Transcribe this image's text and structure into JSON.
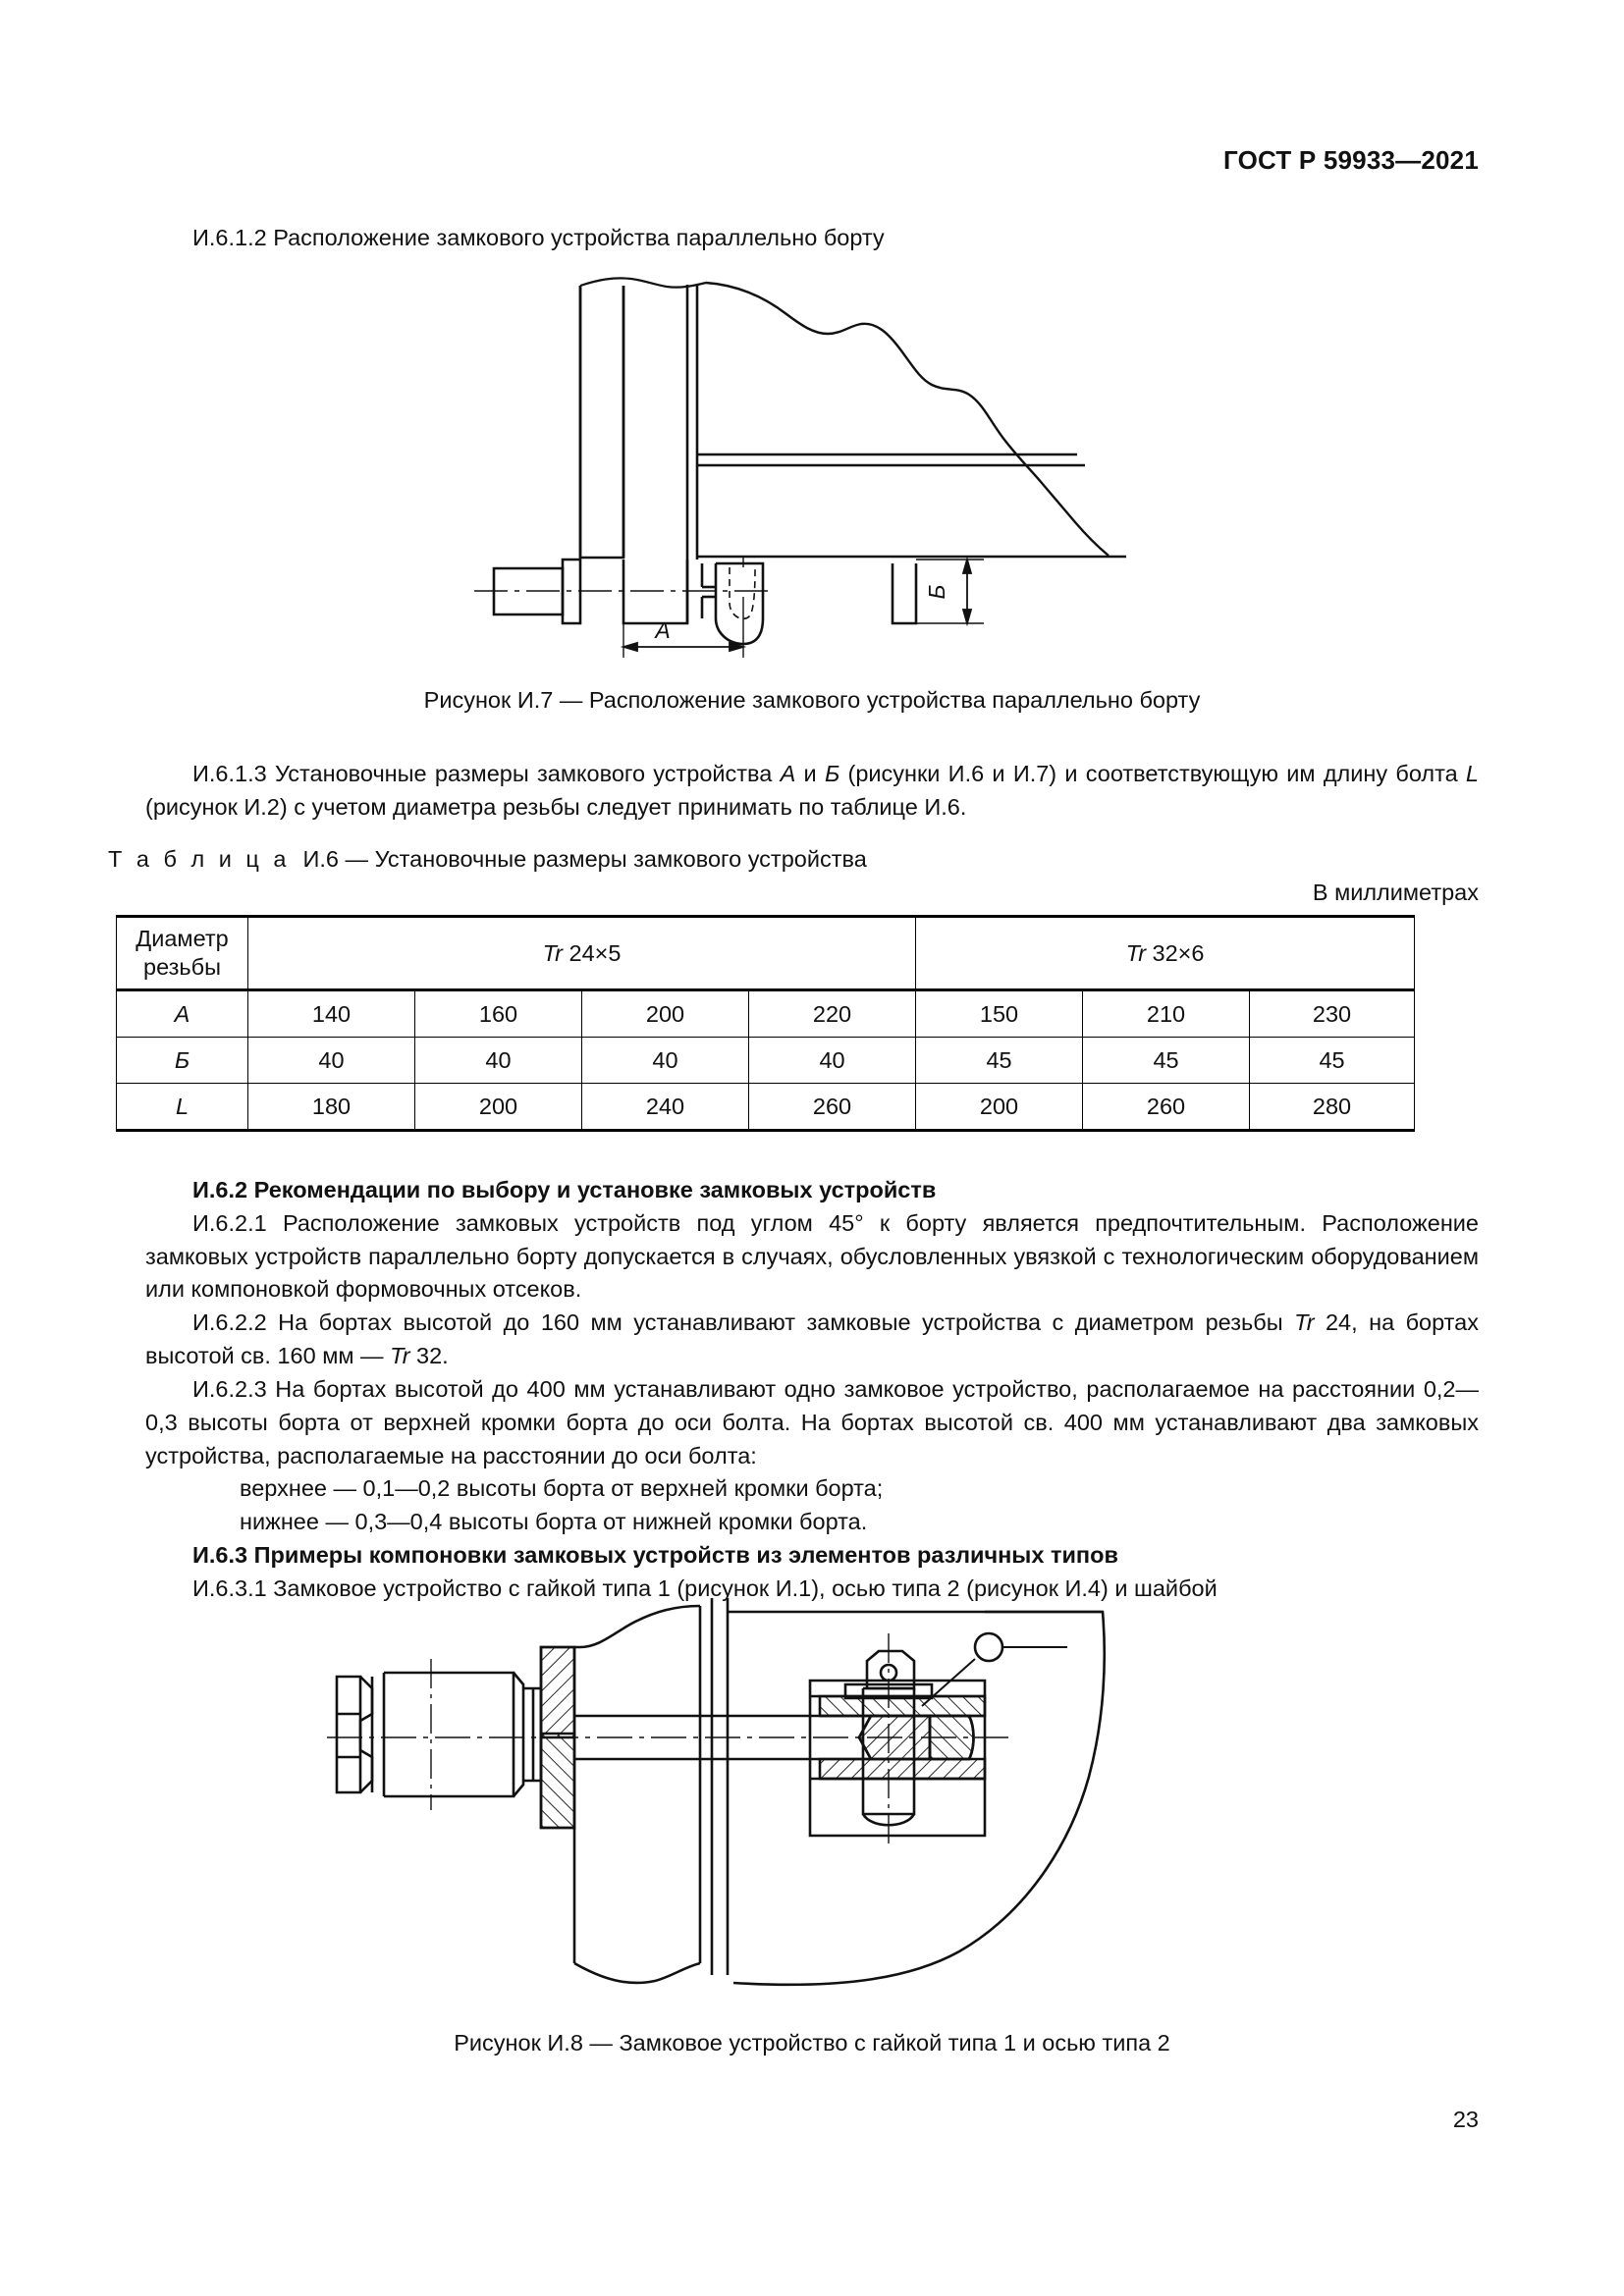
{
  "document": {
    "header": "ГОСТ Р 59933—2021",
    "page_number": "23"
  },
  "sections": {
    "p_6_1_2": "И.6.1.2 Расположение замкового устройства параллельно борту",
    "figure_7_caption": "Рисунок И.7 — Расположение замкового устройства параллельно борту",
    "p_6_1_3_line1": "И.6.1.3 Установочные размеры замкового устройства ",
    "p_6_1_3_a": "А",
    "p_6_1_3_mid1": " и ",
    "p_6_1_3_b": "Б",
    "p_6_1_3_mid2": " (рисунки И.6 и И.7) и соответствующую им длину болта ",
    "p_6_1_3_l": "L",
    "p_6_1_3_end": " (рисунок И.2) с учетом диаметра резьбы следует принимать по таблице И.6.",
    "table_caption_label": "Т а б л и ц а",
    "table_caption_number": "И.6",
    "table_caption_dash": "—",
    "table_caption_text": "Установочные размеры замкового устройства",
    "table_units": "В миллиметрах",
    "h_6_2": "И.6.2 Рекомендации по выбору и установке замковых устройств",
    "p_6_2_1": "И.6.2.1 Расположение замковых устройств под углом 45° к борту является предпочтительным. Расположение замковых устройств параллельно борту допускается в случаях, обусловленных увязкой с технологическим обору­дованием или компоновкой формовочных отсеков.",
    "p_6_2_2_part1": "И.6.2.2 На бортах высотой до 160 мм устанавливают замковые устройства с диаметром резьбы ",
    "p_6_2_2_tr1": "Tr",
    "p_6_2_2_part2": " 24, на бортах высотой св. 160 мм — ",
    "p_6_2_2_tr2": "Tr",
    "p_6_2_2_part3": " 32.",
    "p_6_2_3": "И.6.2.3 На бортах высотой до 400 мм устанавливают одно замковое устройство, располагаемое на расстоя­нии 0,2—0,3 высоты борта от верхней кромки борта до оси болта. На бортах высотой св. 400 мм устанавливают два замковых устройства, располагаемые на расстоянии до оси болта:",
    "list_upper": "верхнее — 0,1—0,2 высоты борта от верхней кромки борта;",
    "list_lower": "нижнее — 0,3—0,4 высоты борта от нижней кромки борта.",
    "h_6_3": "И.6.3 Примеры компоновки замковых устройств из элементов различных типов",
    "p_6_3_1": "И.6.3.1 Замковое устройство с гайкой типа 1 (рисунок И.1), осью типа 2 (рисунок И.4) и шайбой",
    "figure_8_caption": "Рисунок И.8 — Замковое устройство с гайкой типа 1 и осью типа 2"
  },
  "figure_7": {
    "dimension_a": "А",
    "dimension_b": "Б"
  },
  "figure_8": {
    "leader_label": ""
  },
  "table_6": {
    "header": {
      "first_col": [
        "Диаметр",
        "резьбы"
      ],
      "groups": [
        {
          "label_thread": "Tr",
          "label_size": " 24×5",
          "span": 4
        },
        {
          "label_thread": "Tr",
          "label_size": " 32×6",
          "span": 3
        }
      ]
    },
    "rows": [
      {
        "label": "А",
        "values": [
          "140",
          "160",
          "200",
          "220",
          "150",
          "210",
          "230"
        ]
      },
      {
        "label": "Б",
        "values": [
          "40",
          "40",
          "40",
          "40",
          "45",
          "45",
          "45"
        ]
      },
      {
        "label": "L",
        "values": [
          "180",
          "200",
          "240",
          "260",
          "200",
          "260",
          "280"
        ]
      }
    ]
  }
}
